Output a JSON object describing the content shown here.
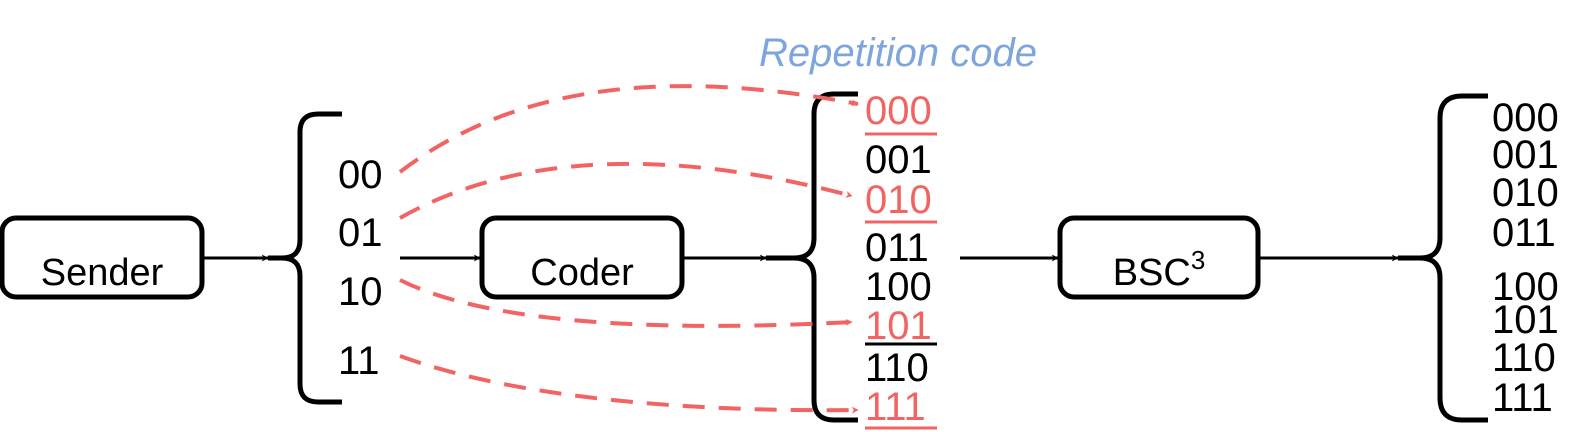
{
  "title": "Repetition code",
  "colors": {
    "accent": "#f26464",
    "title": "#7ea6dc",
    "stroke": "#000000"
  },
  "blocks": {
    "sender": "Sender",
    "coder": "Coder",
    "bsc": "BSC",
    "bsc_sup": "3"
  },
  "messages": [
    "00",
    "01",
    "10",
    "11"
  ],
  "codewords": [
    "000",
    "001",
    "010",
    "011",
    "100",
    "101",
    "110",
    "111"
  ],
  "highlighted_codewords": [
    "000",
    "010",
    "101",
    "111"
  ],
  "outputs": [
    "000",
    "001",
    "010",
    "011",
    "100",
    "101",
    "110",
    "111"
  ]
}
